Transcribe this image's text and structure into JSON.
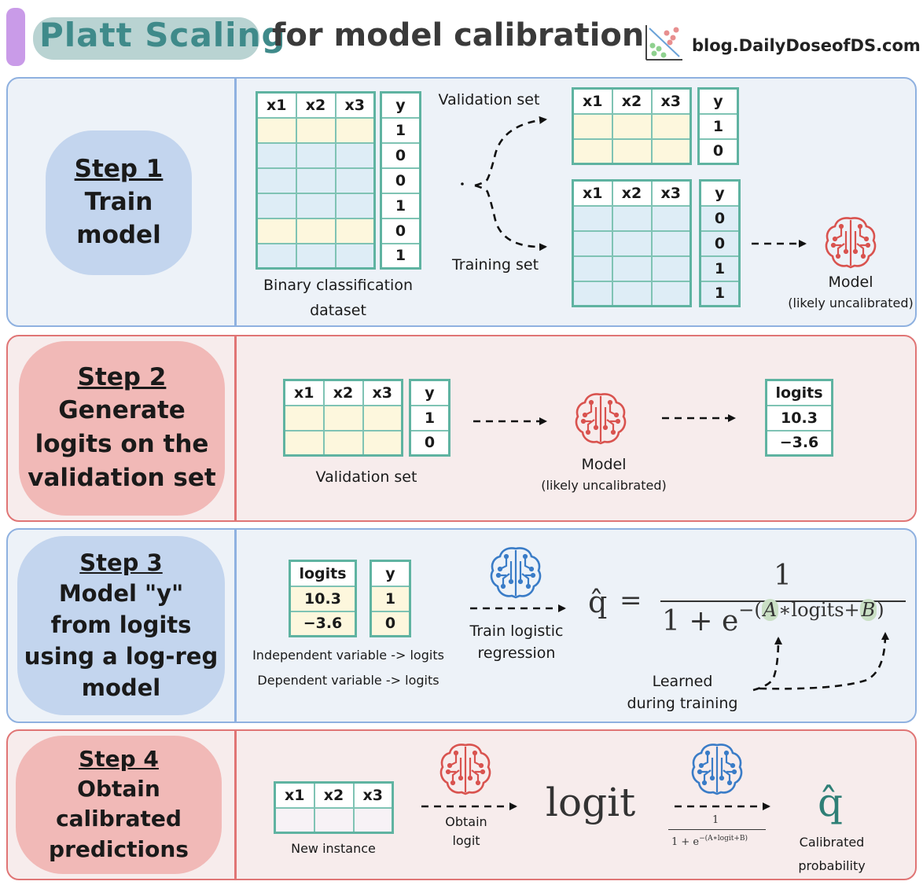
{
  "header": {
    "title_highlight": "Platt Scaling",
    "title_rest": "for model calibration",
    "blog": "blog.DailyDoseofDS.com"
  },
  "step1": {
    "title": "Step 1",
    "lines": [
      "Train",
      "model"
    ],
    "dataset_headers": [
      "x1",
      "x2",
      "x3"
    ],
    "y_header": "y",
    "dataset_y": [
      "1",
      "0",
      "0",
      "1",
      "0",
      "1"
    ],
    "dataset_label": "Binary classification",
    "dataset_label2": "dataset",
    "validation_label": "Validation set",
    "training_label": "Training set",
    "validation_y": [
      "1",
      "0"
    ],
    "training_y": [
      "0",
      "0",
      "1",
      "1"
    ],
    "model_label": "Model",
    "model_sub": "(likely uncalibrated)"
  },
  "step2": {
    "title": "Step 2",
    "lines": [
      "Generate",
      "logits on the",
      "validation set"
    ],
    "table_headers": [
      "x1",
      "x2",
      "x3"
    ],
    "y_header": "y",
    "y_values": [
      "1",
      "0"
    ],
    "table_label": "Validation set",
    "model_label": "Model",
    "model_sub": "(likely uncalibrated)",
    "logits_header": "logits",
    "logits": [
      "10.3",
      "−3.6"
    ]
  },
  "step3": {
    "title": "Step 3",
    "lines": [
      "Model \"y\"",
      "from logits",
      "using a log-reg",
      "model"
    ],
    "logits_header": "logits",
    "logits": [
      "10.3",
      "−3.6"
    ],
    "y_header": "y",
    "y_values": [
      "1",
      "0"
    ],
    "indep_label": "Independent variable -> logits",
    "dep_label": "Dependent variable -> logits",
    "train_label1": "Train logistic",
    "train_label2": "regression",
    "formula": {
      "lhs": "q̂",
      "eq": "=",
      "numerator": "1",
      "denom_base": "1 + e",
      "exp_prefix": "−(",
      "A": "A",
      "mid": "∗logits+",
      "B": "B",
      "exp_suffix": ")"
    },
    "learned1": "Learned",
    "learned2": "during training"
  },
  "step4": {
    "title": "Step 4",
    "lines": [
      "Obtain",
      "calibrated",
      "predictions"
    ],
    "table_headers": [
      "x1",
      "x2",
      "x3"
    ],
    "instance_label": "New instance",
    "obtain1": "Obtain",
    "obtain2": "logit",
    "logit_word": "logit",
    "mini_num": "1",
    "mini_den": "1 + e",
    "mini_exp": "−(A∗logit+B)",
    "qhat": "q̂",
    "calibrated1": "Calibrated",
    "calibrated2": "probability"
  },
  "colors": {
    "blue_panel": "#edf2f8",
    "red_panel": "#f7ecec",
    "blue_border": "#8fb1e0",
    "red_border": "#e07575",
    "table_border": "#5fb3a1",
    "brain_red": "#d9534f",
    "brain_blue": "#3a7cc7",
    "title_teal": "#3f8a8a"
  },
  "icons": [
    "brain-circuit-icon",
    "scatter-plot-icon",
    "dashed-arrow-icon"
  ]
}
